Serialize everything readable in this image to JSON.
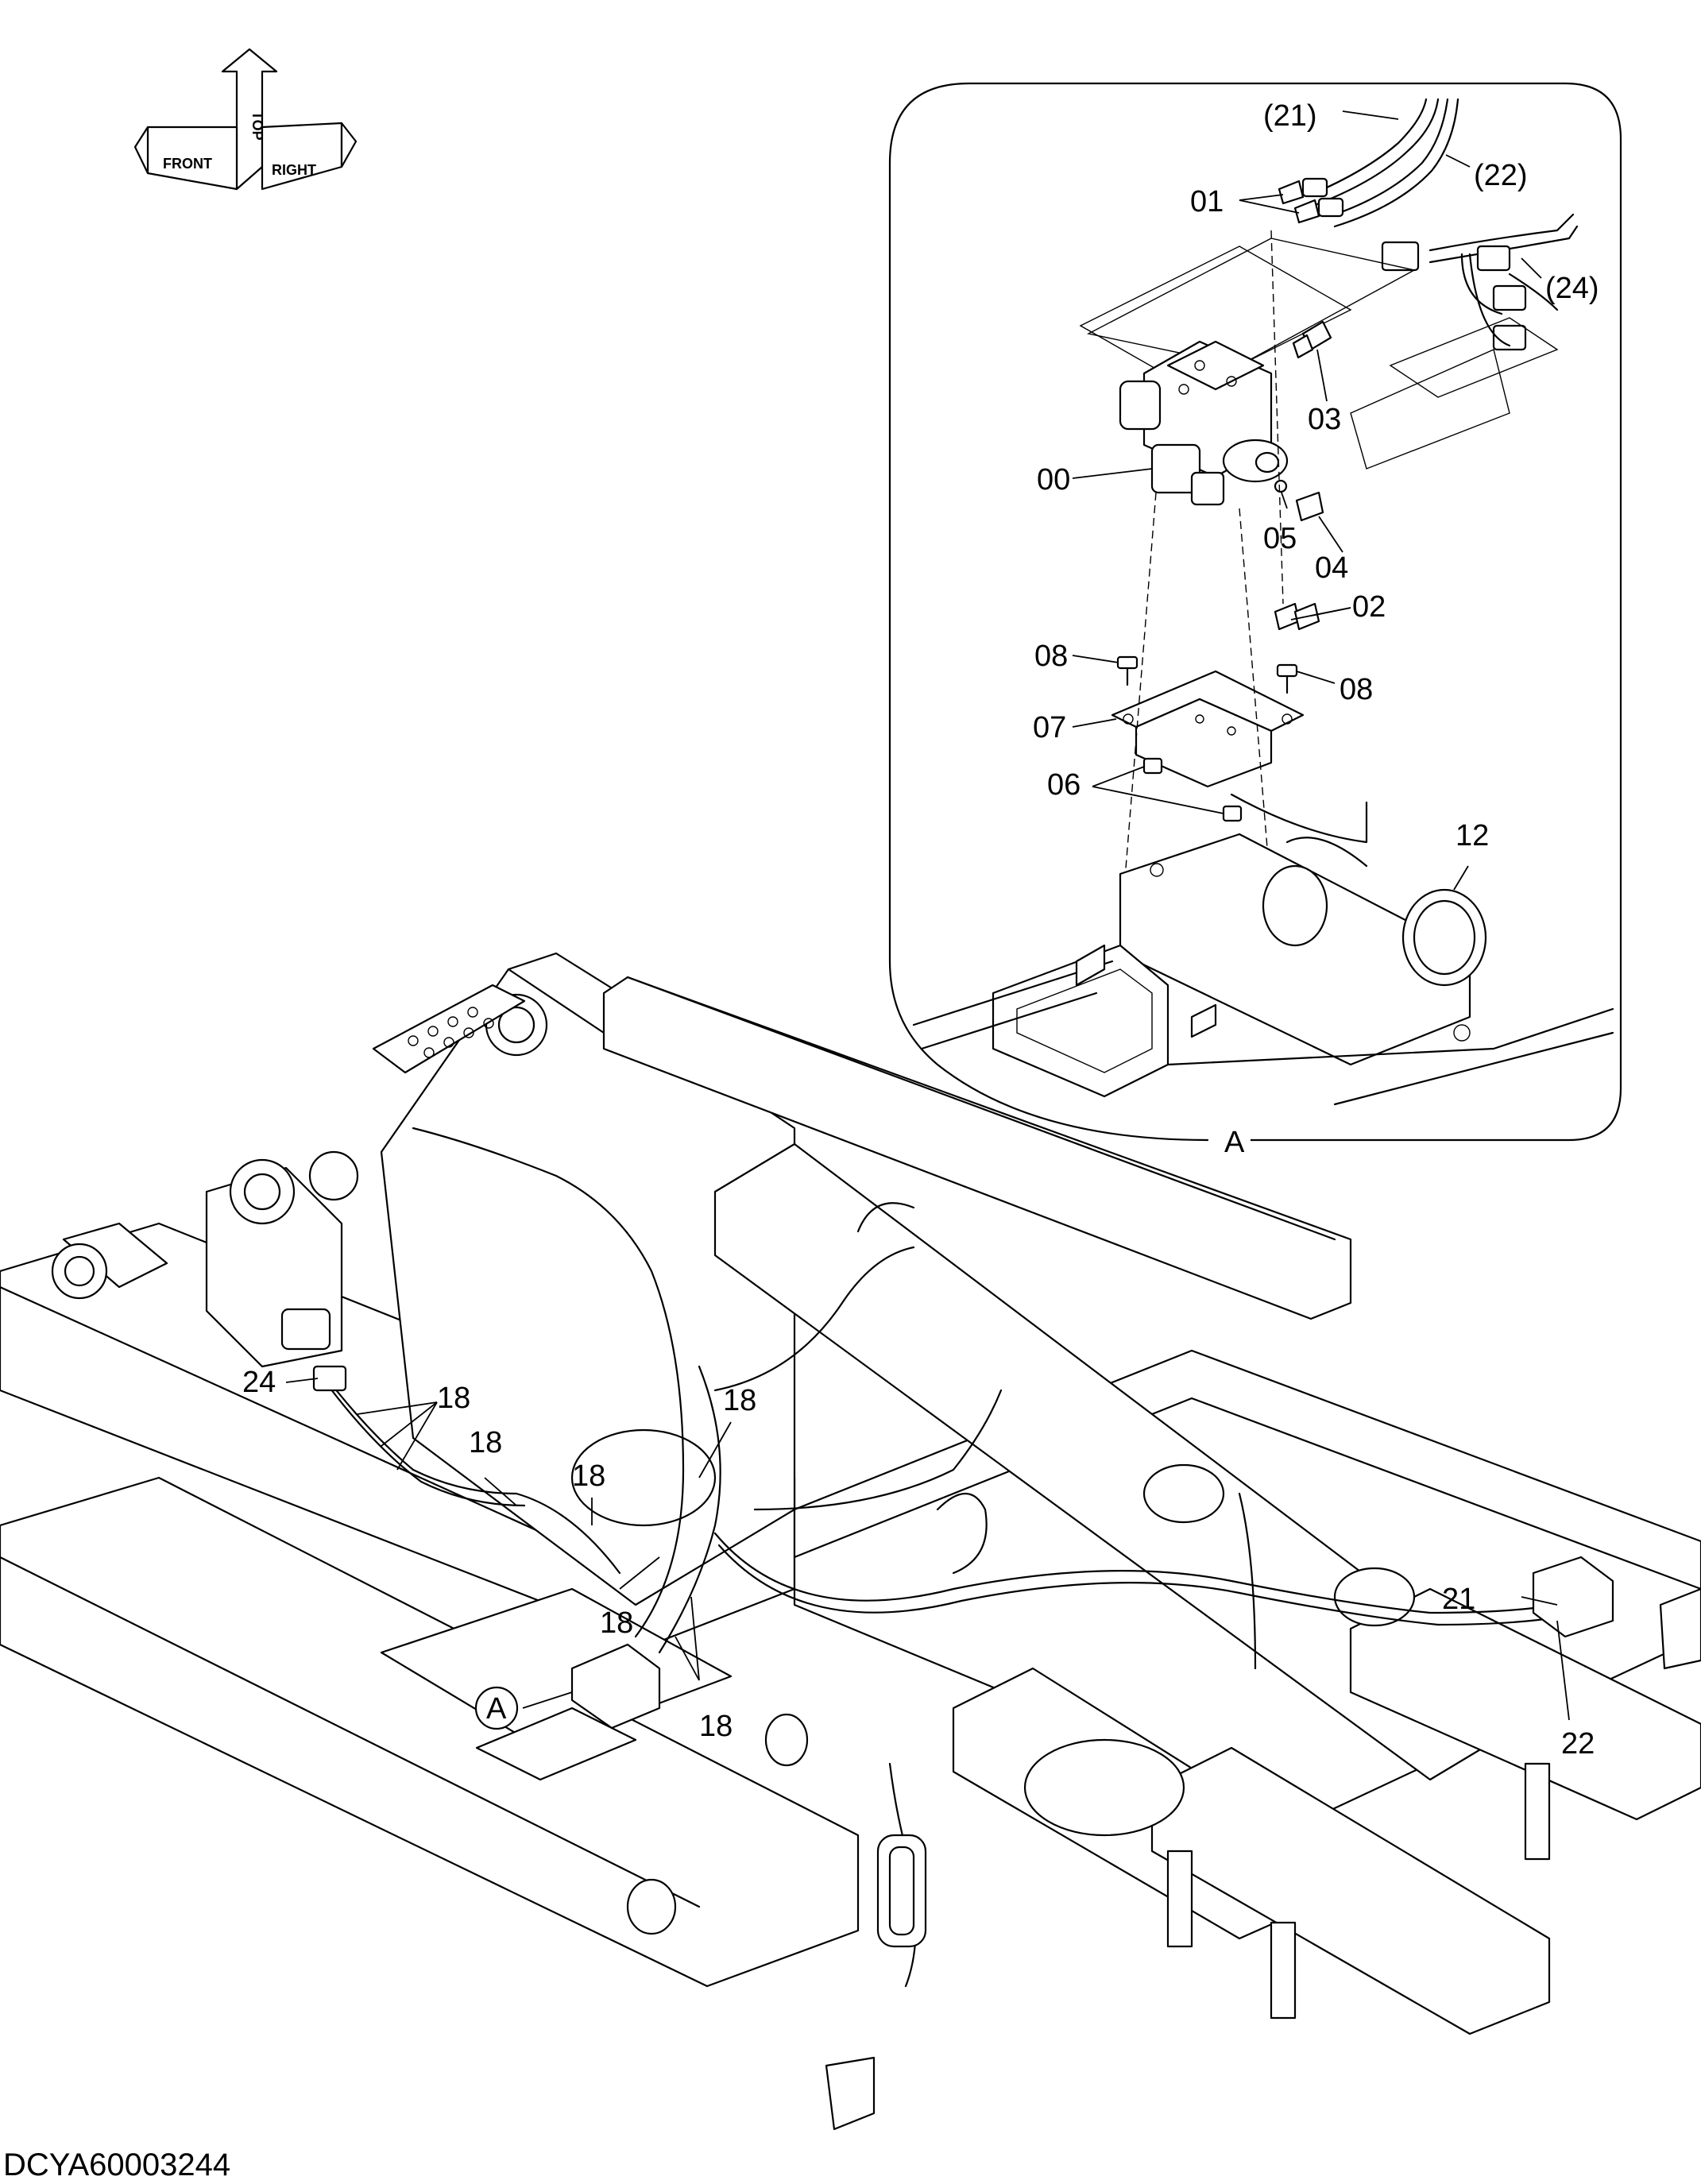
{
  "drawing_code": "DCYA60003244",
  "orientation_icon": {
    "labels": [
      "TOP",
      "FRONT",
      "RIGHT"
    ]
  },
  "detail": {
    "label": "A"
  },
  "callouts_detail": [
    "(21)",
    "(22)",
    "(24)",
    "01",
    "03",
    "00",
    "05",
    "04",
    "02",
    "08",
    "08",
    "07",
    "06",
    "12"
  ],
  "callouts_main": [
    "24",
    "18",
    "18",
    "18",
    "18",
    "18",
    "18",
    "A",
    "21",
    "22"
  ]
}
